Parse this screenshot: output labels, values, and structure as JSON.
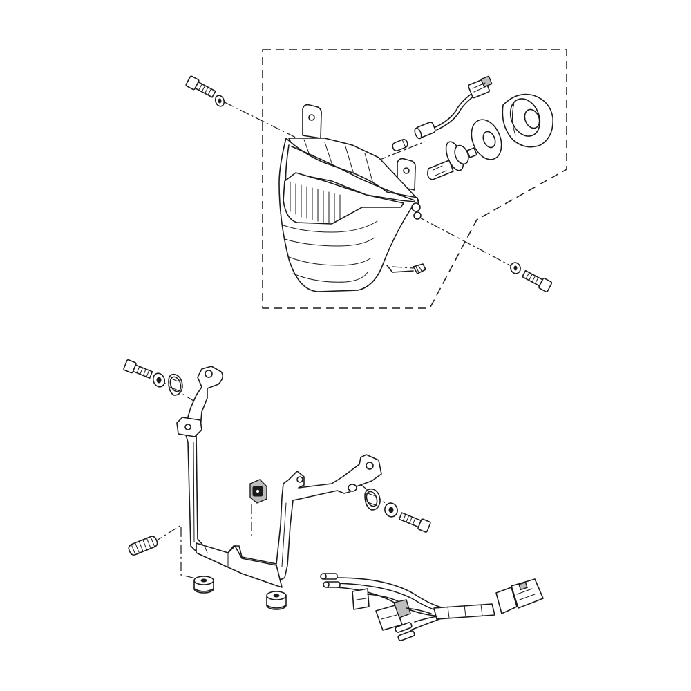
{
  "diagram": {
    "type": "exploded-parts-diagram",
    "groups": [
      {
        "id": "headlight-assembly",
        "boundary": "dashed",
        "parts": [
          "bolt",
          "washer",
          "headlight-housing",
          "bulb-socket-wire",
          "position-bulb",
          "headlight-bulb",
          "bulb-seal",
          "dust-cover",
          "clip",
          "washer",
          "bolt"
        ]
      },
      {
        "id": "headlight-bracket",
        "parts": [
          "bolt",
          "collar",
          "grommet",
          "bracket-stay",
          "cushion-nut",
          "spring",
          "damper-rubber",
          "damper-rubber",
          "grommet",
          "collar",
          "bolt"
        ]
      },
      {
        "id": "wire-harness",
        "parts": [
          "sub-wire-harness",
          "coupler",
          "connectors",
          "terminal-leads"
        ]
      }
    ],
    "line_color": "#1a1a1a",
    "background": "#ffffff",
    "fill_gray": "#bdbdbd"
  }
}
